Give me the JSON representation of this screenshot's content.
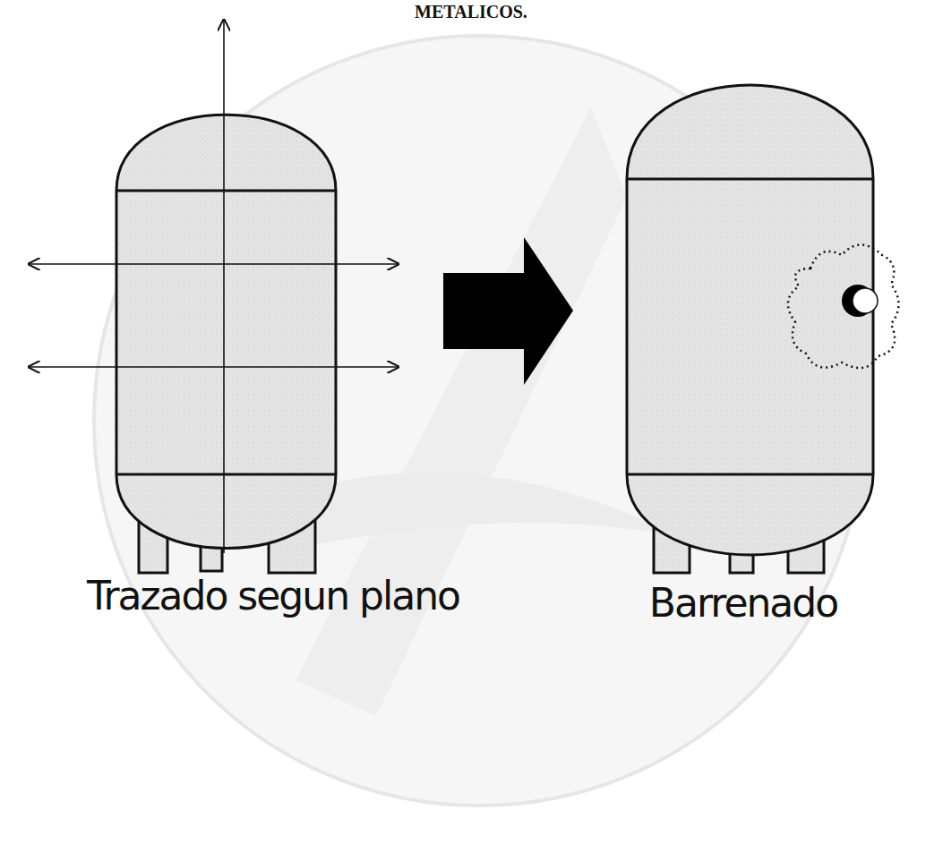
{
  "diagram": {
    "title": "METALICOS.",
    "labels": [
      "Trazado segun plano",
      "Barrenado"
    ]
  }
}
